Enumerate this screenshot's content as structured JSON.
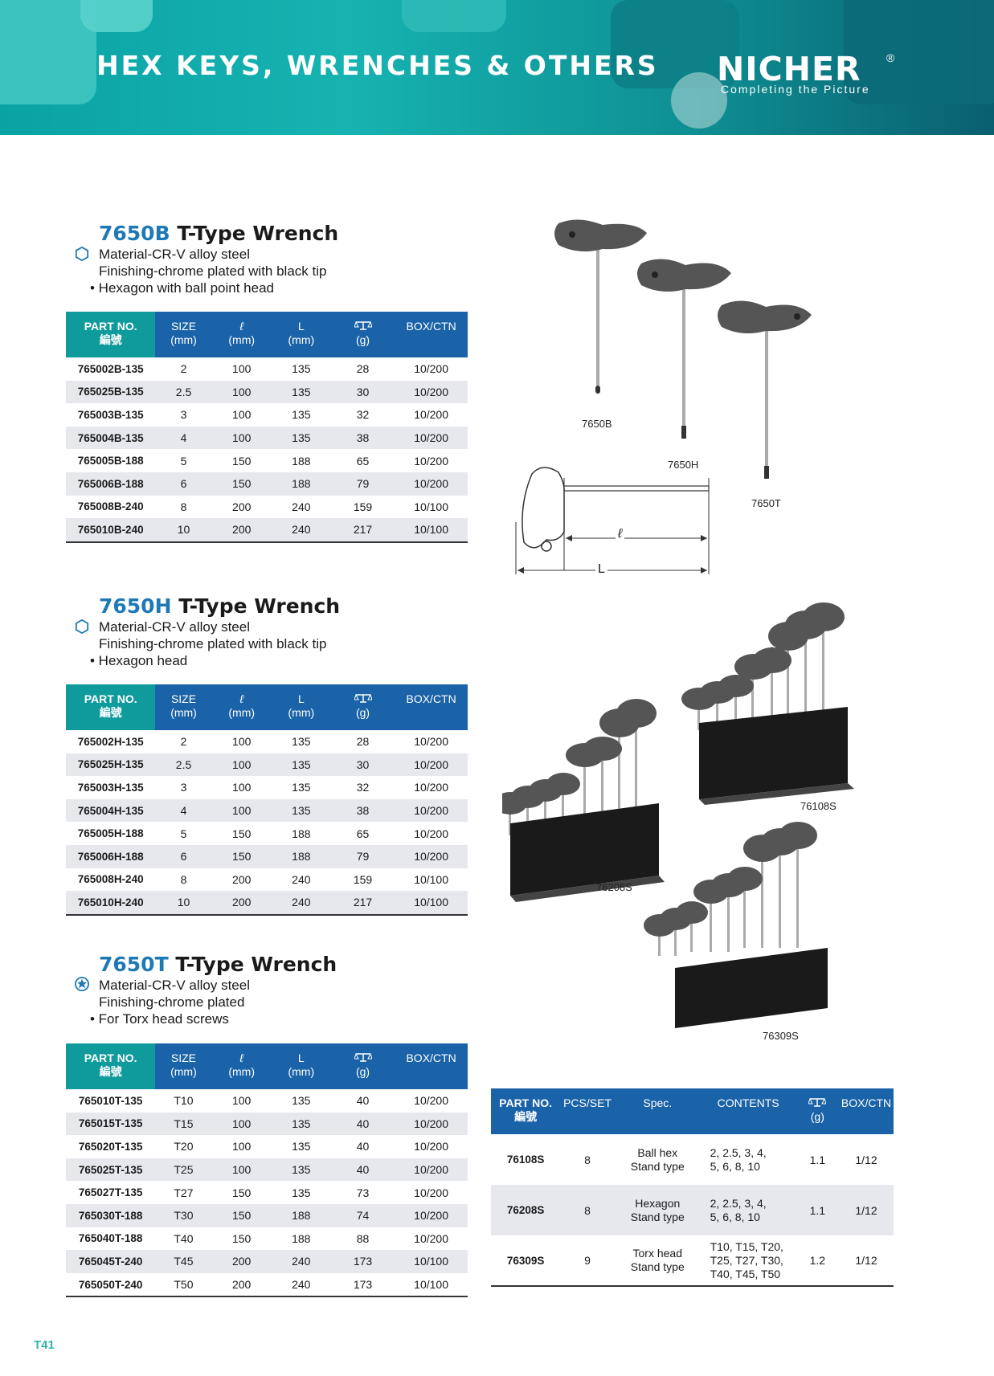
{
  "header": {
    "title": "HEX KEYS, WRENCHES & OTHERS",
    "brand": "NICHER",
    "registered": "®",
    "tagline": "Completing the Picture"
  },
  "columns": {
    "part_no": "PART NO.",
    "part_no_cn": "編號",
    "size": "SIZE",
    "size_unit": "(mm)",
    "l_small": "ℓ",
    "l_small_unit": "(mm)",
    "l_big": "L",
    "l_big_unit": "(mm)",
    "weight_unit": "(g)",
    "box": "BOX/CTN"
  },
  "sections": [
    {
      "code": "7650B",
      "title": "T-Type Wrench",
      "icon": "hexagon-icon",
      "lines": [
        "Material-CR-V alloy steel",
        "Finishing-chrome plated with black tip",
        "• Hexagon with ball point head"
      ],
      "rows": [
        [
          "765002B-135",
          "2",
          "100",
          "135",
          "28",
          "10/200"
        ],
        [
          "765025B-135",
          "2.5",
          "100",
          "135",
          "30",
          "10/200"
        ],
        [
          "765003B-135",
          "3",
          "100",
          "135",
          "32",
          "10/200"
        ],
        [
          "765004B-135",
          "4",
          "100",
          "135",
          "38",
          "10/200"
        ],
        [
          "765005B-188",
          "5",
          "150",
          "188",
          "65",
          "10/200"
        ],
        [
          "765006B-188",
          "6",
          "150",
          "188",
          "79",
          "10/200"
        ],
        [
          "765008B-240",
          "8",
          "200",
          "240",
          "159",
          "10/100"
        ],
        [
          "765010B-240",
          "10",
          "200",
          "240",
          "217",
          "10/100"
        ]
      ]
    },
    {
      "code": "7650H",
      "title": "T-Type Wrench",
      "icon": "hexagon-icon",
      "lines": [
        "Material-CR-V alloy steel",
        "Finishing-chrome plated with black tip",
        "• Hexagon head"
      ],
      "rows": [
        [
          "765002H-135",
          "2",
          "100",
          "135",
          "28",
          "10/200"
        ],
        [
          "765025H-135",
          "2.5",
          "100",
          "135",
          "30",
          "10/200"
        ],
        [
          "765003H-135",
          "3",
          "100",
          "135",
          "32",
          "10/200"
        ],
        [
          "765004H-135",
          "4",
          "100",
          "135",
          "38",
          "10/200"
        ],
        [
          "765005H-188",
          "5",
          "150",
          "188",
          "65",
          "10/200"
        ],
        [
          "765006H-188",
          "6",
          "150",
          "188",
          "79",
          "10/200"
        ],
        [
          "765008H-240",
          "8",
          "200",
          "240",
          "159",
          "10/100"
        ],
        [
          "765010H-240",
          "10",
          "200",
          "240",
          "217",
          "10/100"
        ]
      ]
    },
    {
      "code": "7650T",
      "title": "T-Type Wrench",
      "icon": "torx-icon",
      "lines": [
        "Material-CR-V alloy steel",
        "Finishing-chrome plated",
        "• For Torx head screws"
      ],
      "rows": [
        [
          "765010T-135",
          "T10",
          "100",
          "135",
          "40",
          "10/200"
        ],
        [
          "765015T-135",
          "T15",
          "100",
          "135",
          "40",
          "10/200"
        ],
        [
          "765020T-135",
          "T20",
          "100",
          "135",
          "40",
          "10/200"
        ],
        [
          "765025T-135",
          "T25",
          "100",
          "135",
          "40",
          "10/200"
        ],
        [
          "765027T-135",
          "T27",
          "150",
          "135",
          "73",
          "10/200"
        ],
        [
          "765030T-188",
          "T30",
          "150",
          "188",
          "74",
          "10/200"
        ],
        [
          "765040T-188",
          "T40",
          "150",
          "188",
          "88",
          "10/200"
        ],
        [
          "765045T-240",
          "T45",
          "200",
          "240",
          "173",
          "10/100"
        ],
        [
          "765050T-240",
          "T50",
          "200",
          "240",
          "173",
          "10/100"
        ]
      ]
    }
  ],
  "images": {
    "wrench_labels": [
      "7650B",
      "7650H",
      "7650T"
    ],
    "dim_small": "ℓ",
    "dim_big": "L",
    "set_labels": [
      "76108S",
      "76208S",
      "76309S"
    ]
  },
  "sets_table": {
    "headers": {
      "part_no": "PART NO.",
      "part_no_cn": "編號",
      "pcs": "PCS/SET",
      "spec": "Spec.",
      "contents": "CONTENTS",
      "weight_unit": "(g)",
      "box": "BOX/CTN"
    },
    "rows": [
      {
        "part": "76108S",
        "pcs": "8",
        "spec": [
          "Ball hex",
          "Stand type"
        ],
        "contents": [
          "2, 2.5, 3, 4,",
          "5, 6, 8, 10"
        ],
        "weight": "1.1",
        "box": "1/12"
      },
      {
        "part": "76208S",
        "pcs": "8",
        "spec": [
          "Hexagon",
          "Stand type"
        ],
        "contents": [
          "2, 2.5, 3, 4,",
          "5, 6, 8, 10"
        ],
        "weight": "1.1",
        "box": "1/12"
      },
      {
        "part": "76309S",
        "pcs": "9",
        "spec": [
          "Torx head",
          "Stand type"
        ],
        "contents": [
          "T10, T15, T20,",
          "T25, T27, T30,",
          "T40, T45, T50"
        ],
        "weight": "1.2",
        "box": "1/12"
      }
    ]
  },
  "page_number": "T41",
  "colors": {
    "header_teal": "#0aa3a4",
    "table_header_blue": "#1a63a8",
    "code_blue": "#1e79b5",
    "row_alt": "#e6e8ed"
  }
}
